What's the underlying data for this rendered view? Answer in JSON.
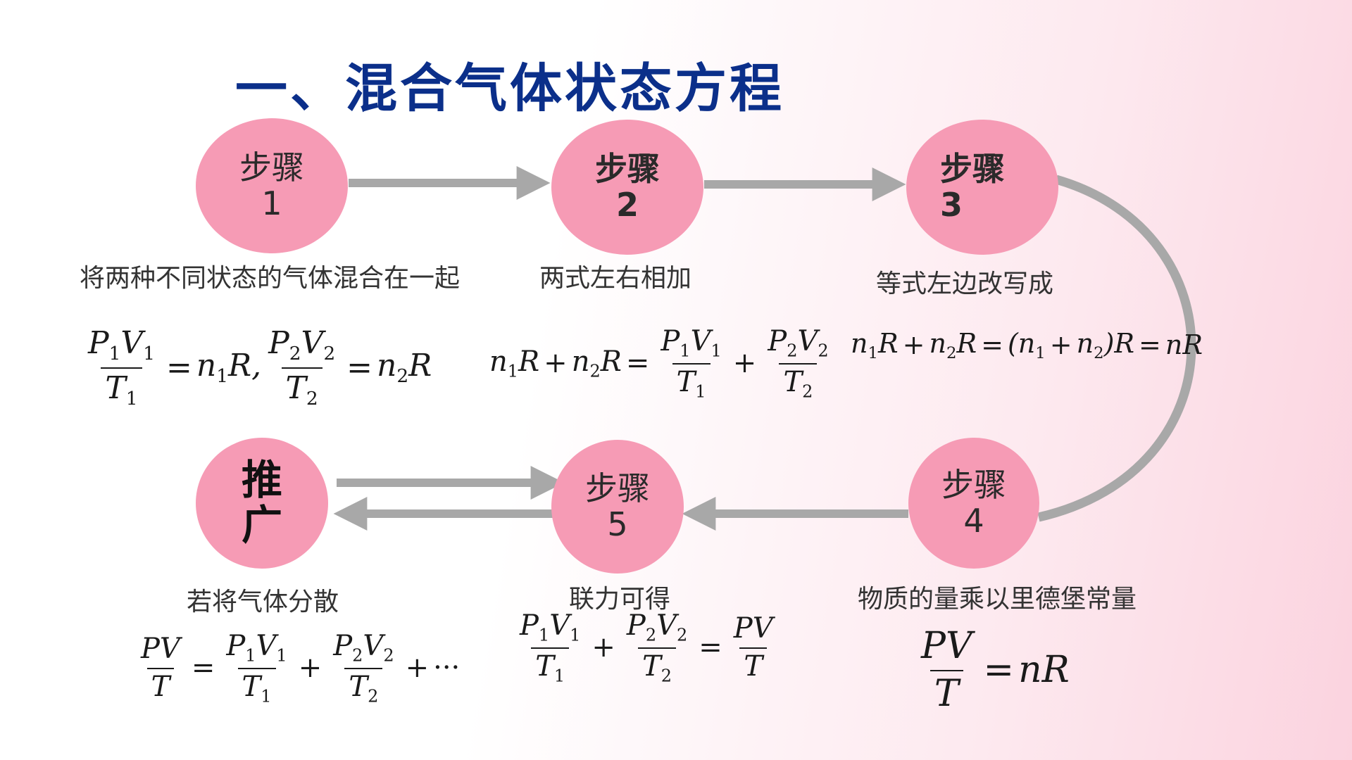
{
  "title": "一、混合气体状态方程",
  "steps": {
    "s1": {
      "line1": "步骤",
      "line2": "1",
      "label": "将两种不同状态的气体混合在一起"
    },
    "s2": {
      "line1": "步骤",
      "line2": "2",
      "label": "两式左右相加"
    },
    "s3": {
      "line1": "步骤",
      "line2": "3",
      "label": "等式左边改写成"
    },
    "s4": {
      "line1": "步骤",
      "line2": "4",
      "label": "物质的量乘以里德堡常量"
    },
    "s5": {
      "line1": "步骤",
      "line2": "5",
      "label": "联力可得"
    },
    "s6": {
      "line1": "推",
      "line2": "广",
      "label": "若将气体分散"
    }
  },
  "colors": {
    "circle": "#f69bb5",
    "arrow": "#a8a8a8",
    "title": "#0b2f8a"
  }
}
